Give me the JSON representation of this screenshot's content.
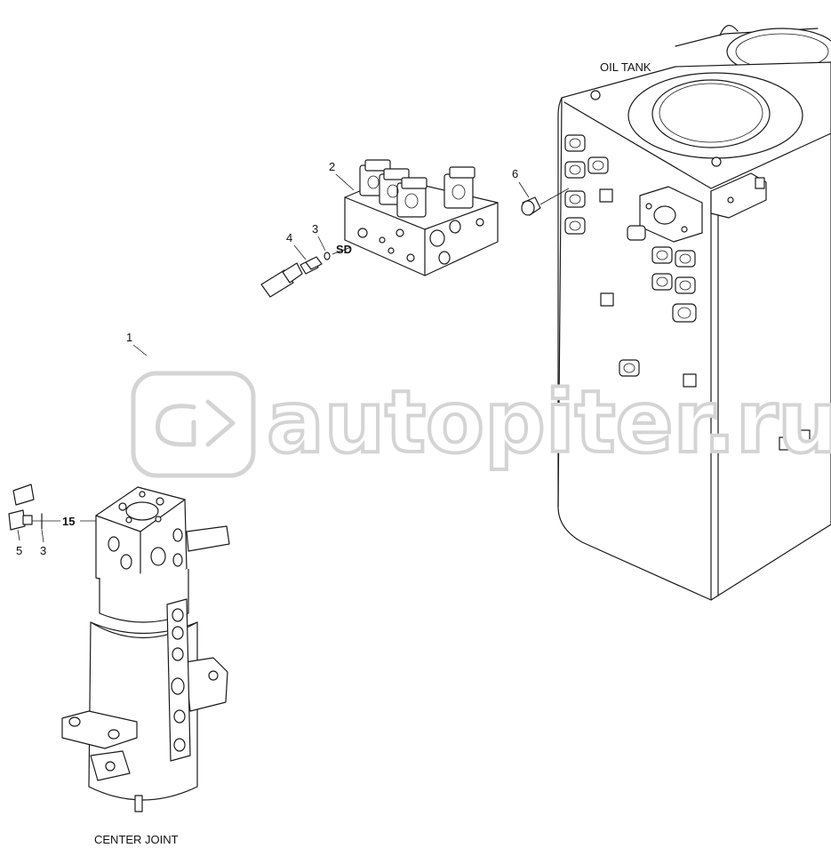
{
  "labels": {
    "oil_tank": "OIL TANK",
    "center_joint": "CENTER JOINT",
    "sd": "SD",
    "item_15": "15"
  },
  "callouts": {
    "n1": "1",
    "n2": "2",
    "n3_top": "3",
    "n4": "4",
    "n5": "5",
    "n3_bottom": "3",
    "n6": "6"
  },
  "watermark": {
    "text": "autopiter.ru"
  },
  "colors": {
    "line": "#1a1a1a",
    "watermark": "#d4d4d4",
    "background": "#ffffff"
  }
}
